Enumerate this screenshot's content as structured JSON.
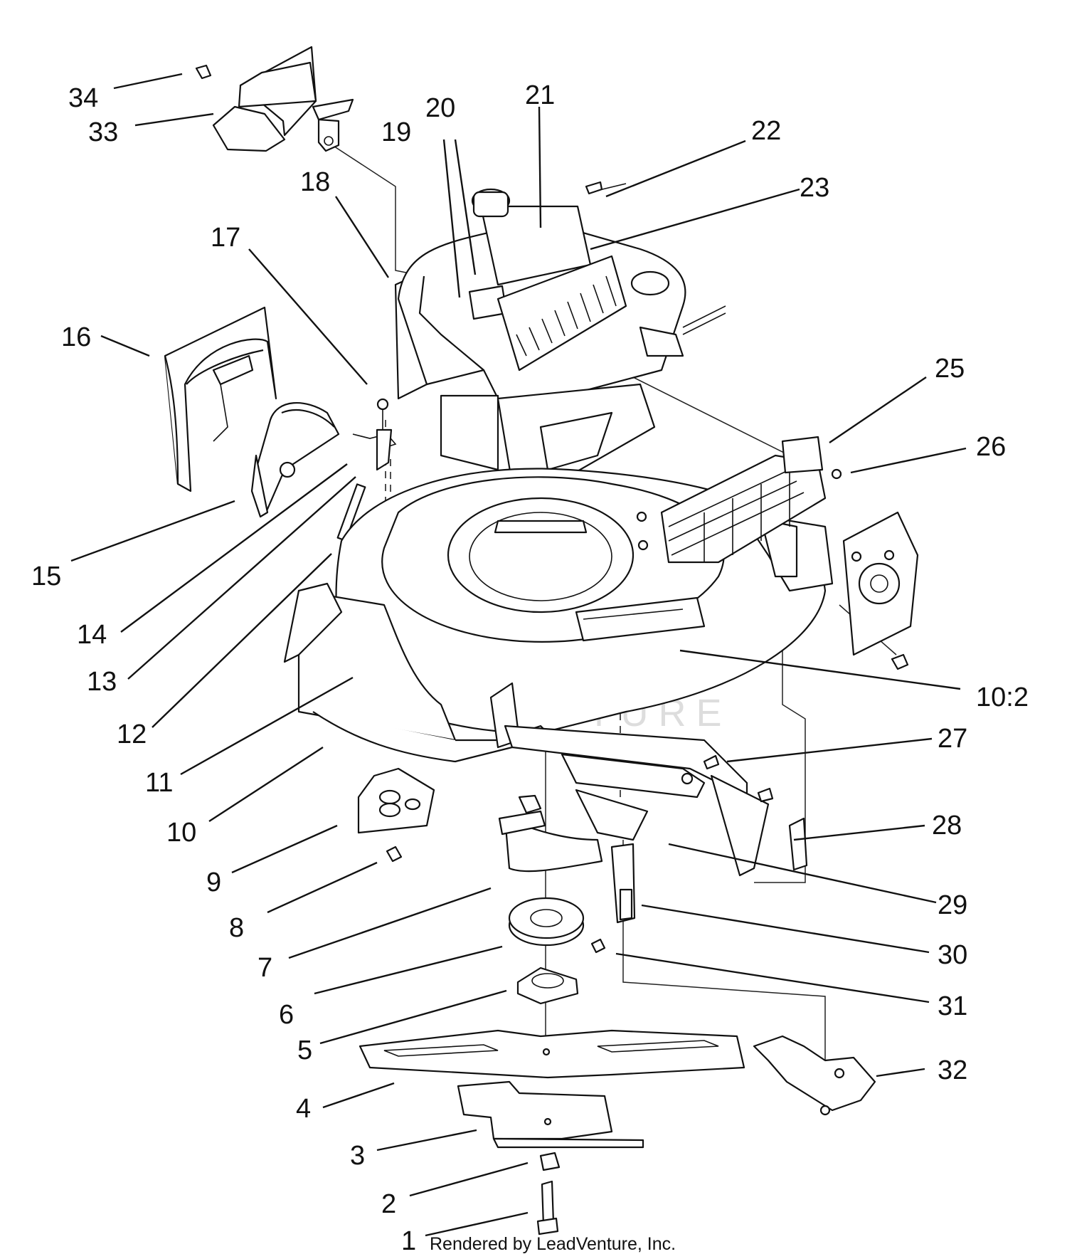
{
  "callouts": [
    {
      "id": "1",
      "label": "1"
    },
    {
      "id": "2",
      "label": "2"
    },
    {
      "id": "3",
      "label": "3"
    },
    {
      "id": "4",
      "label": "4"
    },
    {
      "id": "5",
      "label": "5"
    },
    {
      "id": "6",
      "label": "6"
    },
    {
      "id": "7",
      "label": "7"
    },
    {
      "id": "8",
      "label": "8"
    },
    {
      "id": "9",
      "label": "9"
    },
    {
      "id": "10",
      "label": "10"
    },
    {
      "id": "11",
      "label": "11"
    },
    {
      "id": "12",
      "label": "12"
    },
    {
      "id": "13",
      "label": "13"
    },
    {
      "id": "14",
      "label": "14"
    },
    {
      "id": "15",
      "label": "15"
    },
    {
      "id": "16",
      "label": "16"
    },
    {
      "id": "17",
      "label": "17"
    },
    {
      "id": "18",
      "label": "18"
    },
    {
      "id": "19",
      "label": "19"
    },
    {
      "id": "20",
      "label": "20"
    },
    {
      "id": "21",
      "label": "21"
    },
    {
      "id": "22",
      "label": "22"
    },
    {
      "id": "23",
      "label": "23"
    },
    {
      "id": "25",
      "label": "25"
    },
    {
      "id": "26",
      "label": "26"
    },
    {
      "id": "10-2",
      "label": "10:2"
    },
    {
      "id": "27",
      "label": "27"
    },
    {
      "id": "28",
      "label": "28"
    },
    {
      "id": "29",
      "label": "29"
    },
    {
      "id": "30",
      "label": "30"
    },
    {
      "id": "31",
      "label": "31"
    },
    {
      "id": "32",
      "label": "32"
    },
    {
      "id": "33",
      "label": "33"
    },
    {
      "id": "34",
      "label": "34"
    }
  ],
  "credit": "Rendered by LeadVenture, Inc.",
  "watermark": "LEADVENTURE"
}
